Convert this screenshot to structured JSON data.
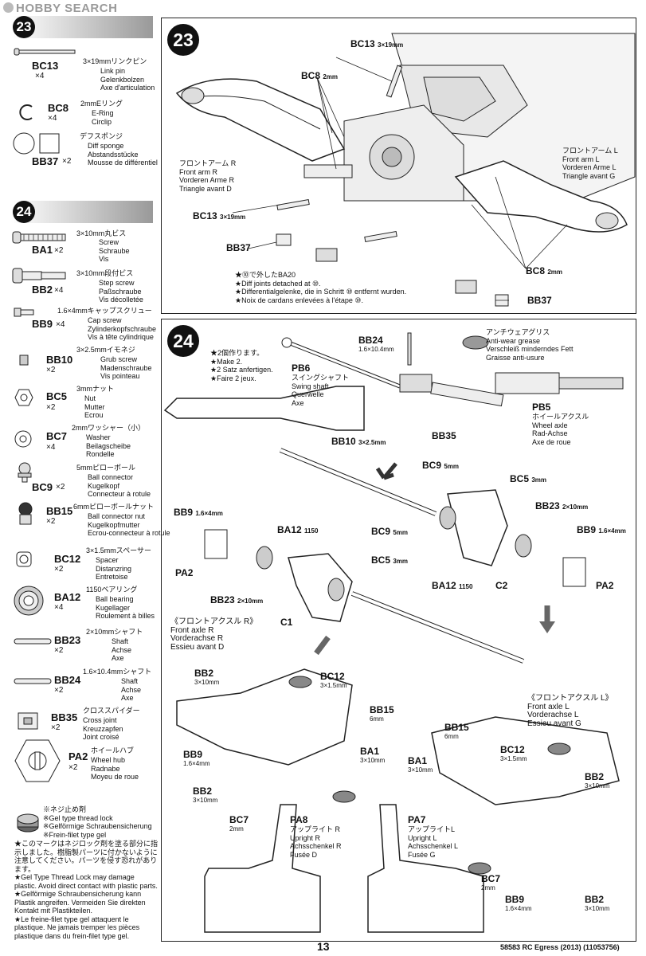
{
  "watermark": "HOBBY SEARCH",
  "step23": {
    "number": "23",
    "parts": [
      {
        "code": "BC13",
        "qty": "×4",
        "jp": "3×19mmリンクピン",
        "desc": [
          "Link pin",
          "Gelenkbolzen",
          "Axe d'articulation"
        ]
      },
      {
        "code": "BC8",
        "qty": "×4",
        "jp": "2mmEリング",
        "desc": [
          "E-Ring",
          "Circlip"
        ]
      },
      {
        "code": "BB37",
        "qty": "×2",
        "jp": "デフスポンジ",
        "desc": [
          "Diff sponge",
          "Abstandsstücke",
          "Mousse de différentiel"
        ]
      }
    ],
    "labels": {
      "bc13_top": "BC13",
      "bc13_top_size": "3×19mm",
      "bc8_top": "BC8",
      "bc8_top_size": "2mm",
      "arm_r": [
        "フロントアーム R",
        "Front arm R",
        "Vorderen Arme R",
        "Triangle avant D"
      ],
      "arm_l": [
        "フロントアーム L",
        "Front arm L",
        "Vorderen Arme L",
        "Triangle avant G"
      ],
      "bc13_bot": "BC13",
      "bc13_bot_size": "3×19mm",
      "bb37_left": "BB37",
      "bc8_right": "BC8",
      "bc8_right_size": "2mm",
      "bb37_right": "BB37",
      "note": [
        "★⑩で外したBA20",
        "★Diff joints detached at ⑩.",
        "★Differentialgelenke, die in Schritt ⑩ entfernt wurden.",
        "★Noix de cardans enlevées à l'étape ⑩."
      ]
    }
  },
  "step24": {
    "number": "24",
    "parts": [
      {
        "code": "BA1",
        "qty": "×2",
        "jp": "3×10mm丸ビス",
        "desc": [
          "Screw",
          "Schraube",
          "Vis"
        ]
      },
      {
        "code": "BB2",
        "qty": "×4",
        "jp": "3×10mm段付ビス",
        "desc": [
          "Step screw",
          "Paßschraube",
          "Vis décolletée"
        ]
      },
      {
        "code": "BB9",
        "qty": "×4",
        "jp": "1.6×4mmキャップスクリュー",
        "desc": [
          "Cap screw",
          "Zylinderkopfschraube",
          "Vis à tête cylindrique"
        ]
      },
      {
        "code": "BB10",
        "qty": "×2",
        "jp": "3×2.5mmイモネジ",
        "desc": [
          "Grub screw",
          "Madenschraube",
          "Vis pointeau"
        ]
      },
      {
        "code": "BC5",
        "qty": "×2",
        "jp": "3mmナット",
        "desc": [
          "Nut",
          "Mutter",
          "Ecrou"
        ]
      },
      {
        "code": "BC7",
        "qty": "×4",
        "jp": "2mmワッシャー（小）",
        "desc": [
          "Washer",
          "Beilagscheibe",
          "Rondelle"
        ]
      },
      {
        "code": "BC9",
        "qty": "×2",
        "jp": "5mmピローボール",
        "desc": [
          "Ball connector",
          "Kugelkopf",
          "Connecteur à rotule"
        ]
      },
      {
        "code": "BB15",
        "qty": "×2",
        "jp": "6mmピローボールナット",
        "desc": [
          "Ball connector nut",
          "Kugelkopfmutter",
          "Ecrou-connecteur à rotule"
        ]
      },
      {
        "code": "BC12",
        "qty": "×2",
        "jp": "3×1.5mmスペーサー",
        "desc": [
          "Spacer",
          "Distanzring",
          "Entretoise"
        ]
      },
      {
        "code": "BA12",
        "qty": "×4",
        "jp": "1150ベアリング",
        "desc": [
          "Ball bearing",
          "Kugellager",
          "Roulement à billes"
        ]
      },
      {
        "code": "BB23",
        "qty": "×2",
        "jp": "2×10mmシャフト",
        "desc": [
          "Shaft",
          "Achse",
          "Axe"
        ]
      },
      {
        "code": "BB24",
        "qty": "×2",
        "jp": "1.6×10.4mmシャフト",
        "desc": [
          "Shaft",
          "Achse",
          "Axe"
        ]
      },
      {
        "code": "BB35",
        "qty": "×2",
        "jp": "クロススパイダー",
        "desc": [
          "Cross joint",
          "Kreuzzapfen",
          "Joint croisé"
        ]
      },
      {
        "code": "PA2",
        "qty": "×2",
        "jp": "ホイールハブ",
        "desc": [
          "Wheel hub",
          "Radnabe",
          "Moyeu de roue"
        ]
      }
    ],
    "gel": [
      "※ネジ止め剤",
      "※Gel type thread lock",
      "※Gelförmige Schraubensicherung",
      "※Frein-filet type gel"
    ],
    "warnings": [
      "★このマークはネジロック剤を塗る部分に指示しました。樹脂製パーツに付かないように注意してください。パーツを侵す恐れがあります。",
      "★Gel Type Thread Lock may damage plastic. Avoid direct contact with plastic parts.",
      "★Gelförmige Schraubensicherung kann Plastik angreifen. Vermeiden Sie direkten Kontakt mit Plastikteilen.",
      "★Le freine-filet type gel attaquent le plastique. Ne jamais tremper les pièces plastique dans du frein-filet type gel."
    ],
    "make2": [
      "★2個作ります。",
      "★Make 2.",
      "★2 Satz anfertigen.",
      "★Faire 2 jeux."
    ],
    "labels": {
      "bb24": "BB24",
      "bb24_size": "1.6×10.4mm",
      "grease": [
        "アンチウェアグリス",
        "Anti-wear grease",
        "Verschleiß minderndes Fett",
        "Graisse anti-usure"
      ],
      "pb6": "PB6",
      "pb6_desc": [
        "スイングシャフト",
        "Swing shaft",
        "Querwelle",
        "Axe"
      ],
      "pb5": "PB5",
      "pb5_desc": [
        "ホイールアクスル",
        "Wheel axle",
        "Rad-Achse",
        "Axe de roue"
      ],
      "bb10": "BB10",
      "bb10_size": "3×2.5mm",
      "bb35": "BB35",
      "bc9_top": "BC9",
      "bc9_top_size": "5mm",
      "bc5_top": "BC5",
      "bc5_top_size": "3mm",
      "bb23_right": "BB23",
      "bb23_right_size": "2×10mm",
      "bb9_right": "BB9",
      "bb9_right_size": "1.6×4mm",
      "pa2_right": "PA2",
      "ba12_right": "BA12",
      "ba12_right_size": "1150",
      "c2": "C2",
      "bb9_left": "BB9",
      "bb9_left_size": "1.6×4mm",
      "ba12_left": "BA12",
      "ba12_left_size": "1150",
      "bc9_left": "BC9",
      "bc9_left_size": "5mm",
      "bc5_left": "BC5",
      "bc5_left_size": "3mm",
      "pa2_left": "PA2",
      "bb23_left": "BB23",
      "bb23_left_size": "2×10mm",
      "c1": "C1",
      "axle_r": [
        "《フロントアクスル R》",
        "Front axle R",
        "Vorderachse R",
        "Essieu avant D"
      ],
      "axle_l": [
        "《フロントアクスル L》",
        "Front axle L",
        "Vorderachse L",
        "Essieu avant G"
      ],
      "r_bb2_top": "BB2",
      "r_bb2_top_size": "3×10mm",
      "r_bc12": "BC12",
      "r_bc12_size": "3×1.5mm",
      "r_bb15": "BB15",
      "r_bb15_size": "6mm",
      "r_bb9": "BB9",
      "r_bb9_size": "1.6×4mm",
      "r_ba1": "BA1",
      "r_ba1_size": "3×10mm",
      "r_bb2_bot": "BB2",
      "r_bb2_bot_size": "3×10mm",
      "r_bc7": "BC7",
      "r_bc7_size": "2mm",
      "pa8": "PA8",
      "pa8_desc": [
        "アップライト R",
        "Upright R",
        "Achsschenkel R",
        "Fusée D"
      ],
      "l_bb15": "BB15",
      "l_bb15_size": "6mm",
      "l_ba1": "BA1",
      "l_ba1_size": "3×10mm",
      "l_bc12": "BC12",
      "l_bc12_size": "3×1.5mm",
      "l_bb2_top": "BB2",
      "l_bb2_top_size": "3×10mm",
      "pa7": "PA7",
      "pa7_desc": [
        "アップライトL",
        "Upright L",
        "Achsschenkel L",
        "Fusée G"
      ],
      "l_bc7": "BC7",
      "l_bc7_size": "2mm",
      "l_bb9": "BB9",
      "l_bb9_size": "1.6×4mm",
      "l_bb2_bot": "BB2",
      "l_bb2_bot_size": "3×10mm"
    }
  },
  "footer": {
    "page": "13",
    "product": "58583 RC Egress (2013) (11053756)"
  }
}
